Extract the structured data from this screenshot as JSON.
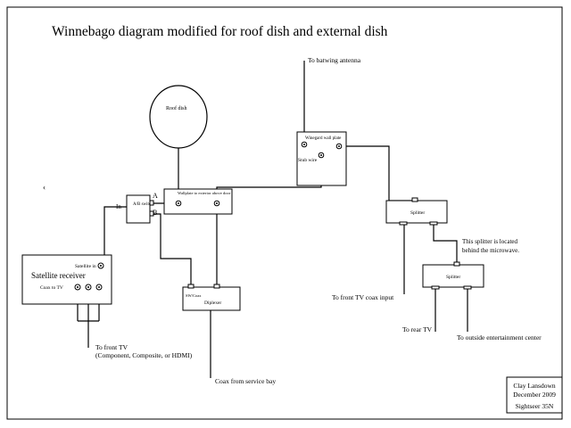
{
  "title": "Winnebago diagram modified for roof dish and external dish",
  "labels": {
    "to_batwing": "To batwing antenna",
    "roof_dish": "Roof dish",
    "wall_plate_title": "Winegard wall plate",
    "stub_wire": "Stub wire",
    "ab_switch": "A/B switch",
    "port_a": "A",
    "port_b": "B",
    "port_in": "In",
    "wallplate_to_exterior": "Wallplate to exterior above door",
    "satellite_receiver": "Satellite receiver",
    "satellite_in": "Satellite in",
    "coax_to_tv": "Coax to TV",
    "diplexer_left": "SW/Coax",
    "diplexer": "Diplexer",
    "splitter_top": "Splitter",
    "splitter_note_line1": "This splitter is located",
    "splitter_note_line2": "behind the microwave.",
    "splitter_bottom": "Splitter",
    "to_front_tv_coax": "To front TV coax input",
    "to_rear_tv": "To rear TV",
    "to_outside_ent": "To outside entertainment center",
    "to_front_tv_line1": "To front TV",
    "to_front_tv_line2": "(Component, Composite, or HDMI)",
    "coax_service_bay": "Coax from service bay",
    "stray_mark": "‹"
  },
  "signature": {
    "name": "Clay Lansdown",
    "date": "December 2009",
    "model": "Sightseer 35N"
  }
}
